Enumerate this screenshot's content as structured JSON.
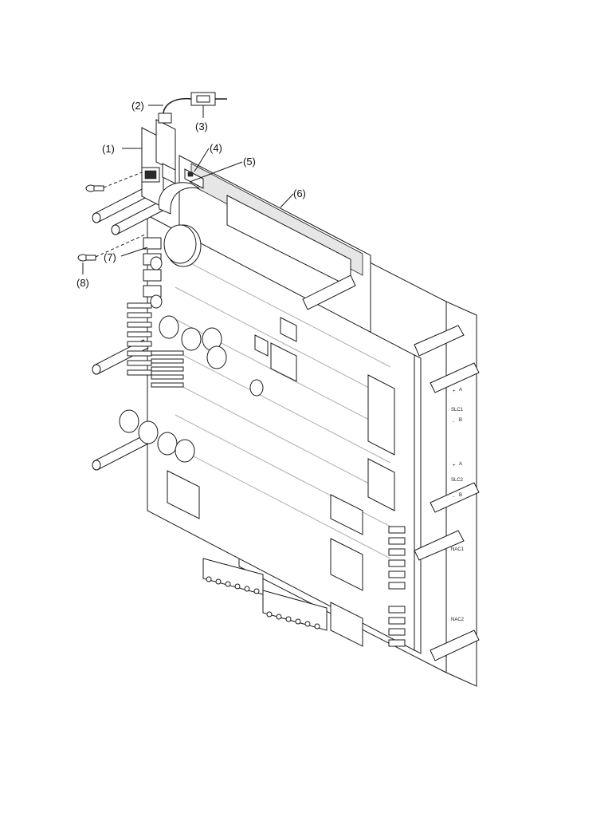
{
  "callouts": [
    {
      "id": "1",
      "label": "(1)"
    },
    {
      "id": "2",
      "label": "(2)"
    },
    {
      "id": "3",
      "label": "(3)"
    },
    {
      "id": "4",
      "label": "(4)"
    },
    {
      "id": "5",
      "label": "(5)"
    },
    {
      "id": "6",
      "label": "(6)"
    },
    {
      "id": "7",
      "label": "(7)"
    },
    {
      "id": "8",
      "label": "(8)"
    }
  ],
  "silkscreen": {
    "slc1": "SLC1",
    "slc2": "SLC2",
    "nac1": "NAC1",
    "nac2": "NAC2",
    "a": "A",
    "b": "B",
    "plus": "+",
    "minus": "-"
  }
}
